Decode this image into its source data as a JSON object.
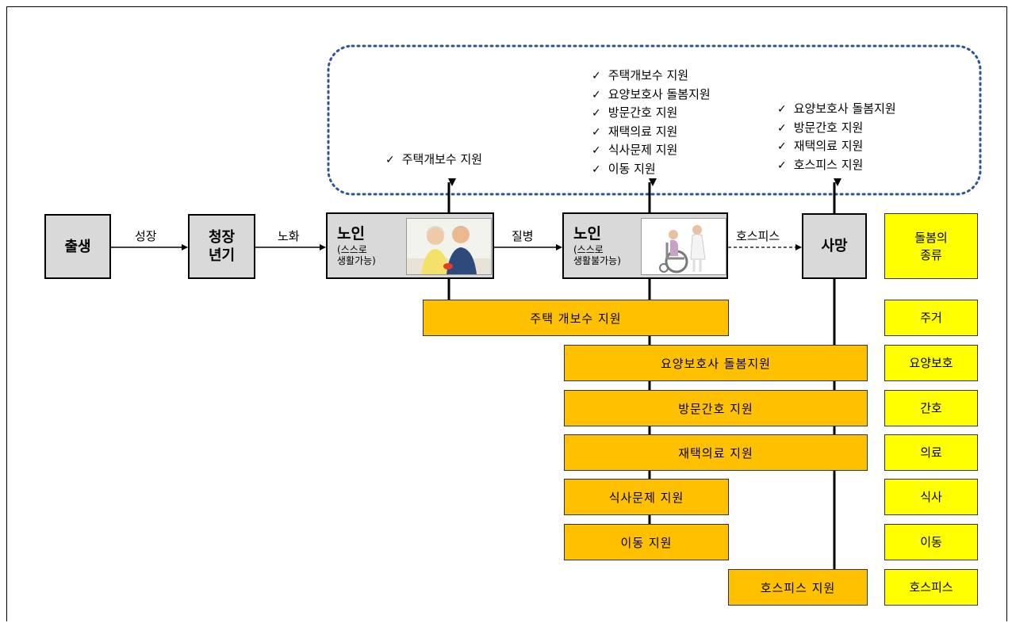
{
  "stages": {
    "birth": "출생",
    "youth": "청장\n년기",
    "elder_independent": {
      "title": "노인",
      "sub": "(스스로\n생활가능)"
    },
    "elder_dependent": {
      "title": "노인",
      "sub": "(스스로\n생활불가능)"
    },
    "death": "사망"
  },
  "transitions": {
    "growth": "성장",
    "aging": "노화",
    "illness": "질병",
    "hospice": "호스피스"
  },
  "checklists": {
    "independent": [
      "주택개보수 지원"
    ],
    "dependent": [
      "주택개보수 지원",
      "요양보호사 돌봄지원",
      "방문간호 지원",
      "재택의료 지원",
      "식사문제 지원",
      "이동 지원"
    ],
    "death": [
      "요양보호사 돌봄지원",
      "방문간호 지원",
      "재택의료 지원",
      "호스피스 지원"
    ]
  },
  "supports": [
    "주택 개보수 지원",
    "요양보호사 돌봄지원",
    "방문간호 지원",
    "재택의료 지원",
    "식사문제 지원",
    "이동 지원",
    "호스피스 지원"
  ],
  "care_types": {
    "header": "돌봄의\n종류",
    "items": [
      "주거",
      "요양보호",
      "간호",
      "의료",
      "식사",
      "이동",
      "호스피스"
    ]
  },
  "colors": {
    "stage_fill": "#d9d9d9",
    "support_fill": "#ffc000",
    "care_fill": "#ffff00",
    "dotted_border": "#2f5597"
  }
}
